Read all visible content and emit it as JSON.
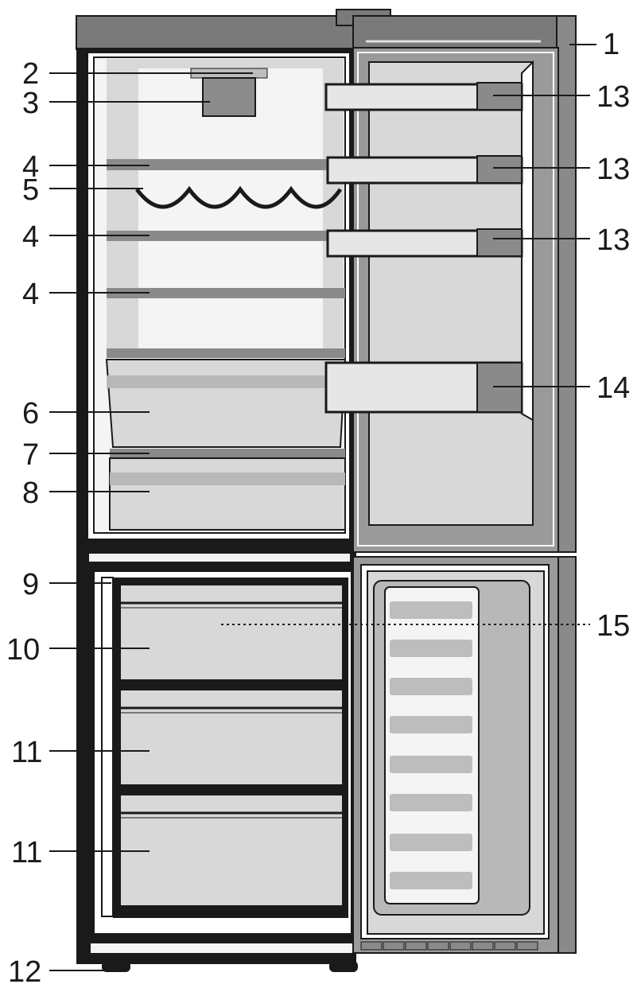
{
  "callouts": {
    "n1": "1",
    "n2": "2",
    "n3": "3",
    "n4a": "4",
    "n5": "5",
    "n4b": "4",
    "n4c": "4",
    "n6": "6",
    "n7": "7",
    "n8": "8",
    "n9": "9",
    "n10": "10",
    "n11a": "11",
    "n11b": "11",
    "n12": "12",
    "n13a": "13",
    "n13b": "13",
    "n13c": "13",
    "n14": "14",
    "n15": "15"
  },
  "colors": {
    "outline": "#1a1a1a",
    "cabinet_top": "#7a7a7a",
    "door_grey": "#9a9a9a",
    "interior_light": "#d8d8d8",
    "interior_white": "#f4f4f4",
    "shelf": "#8a8a8a",
    "bin_front": "#e6e6e6",
    "light_box": "#8c8c8c"
  }
}
